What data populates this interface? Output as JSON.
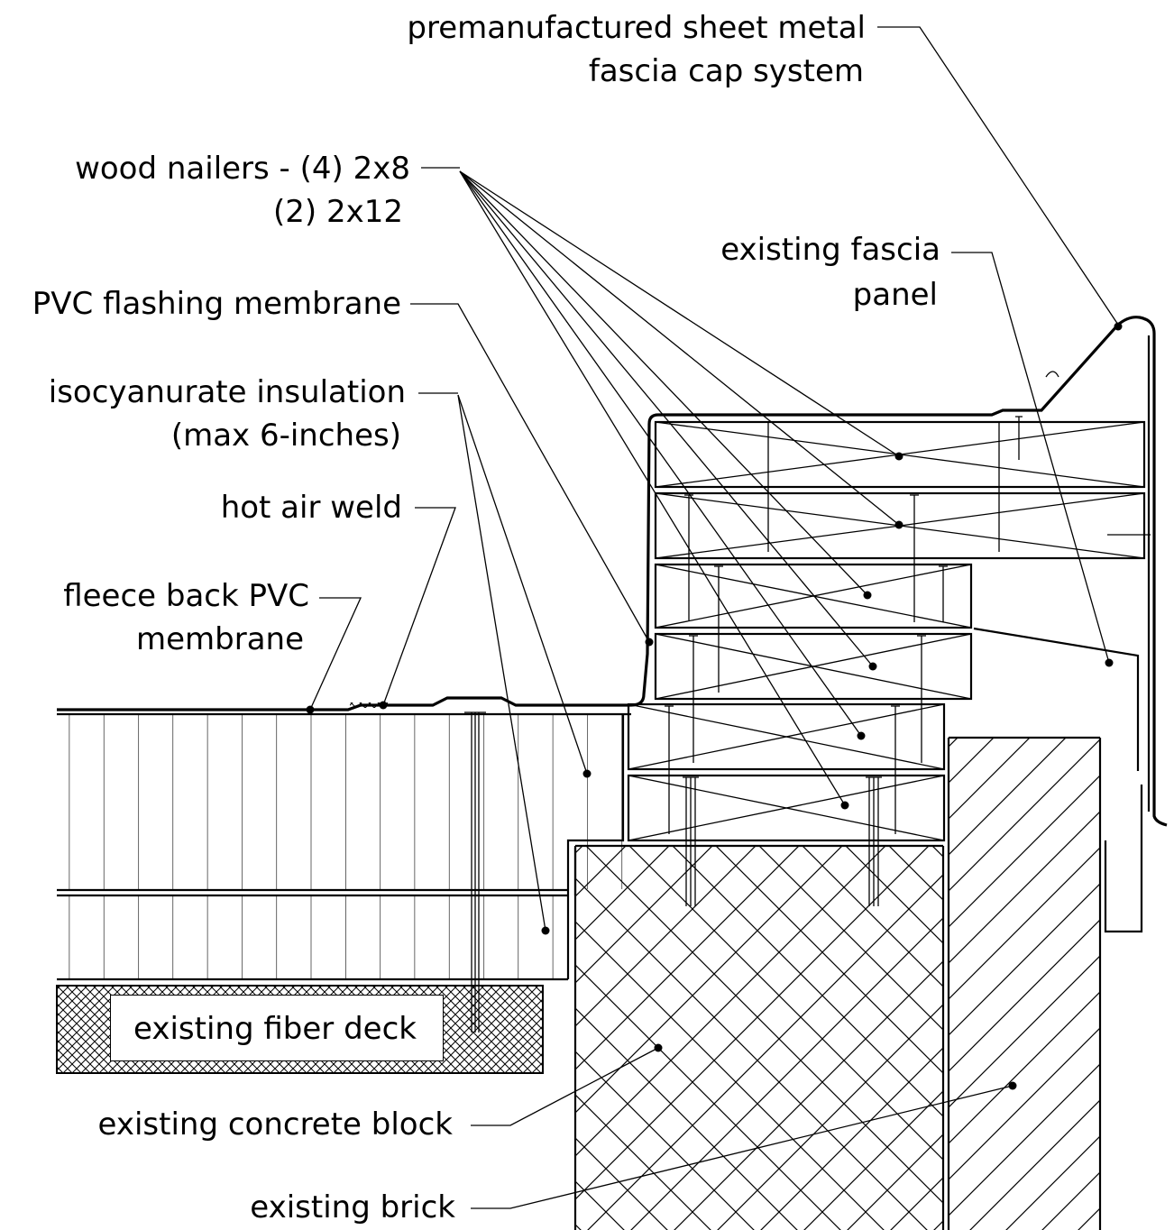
{
  "labels": {
    "fascia_cap_line1": "premanufactured sheet metal",
    "fascia_cap_line2": "fascia cap system",
    "nailers_line1": "wood nailers - (4) 2x8",
    "nailers_line2": "(2) 2x12",
    "existing_fascia_line1": "existing fascia",
    "existing_fascia_line2": "panel",
    "pvc_flashing": "PVC flashing membrane",
    "insulation_line1": "isocyanurate insulation",
    "insulation_line2": "(max 6-inches)",
    "hot_air_weld": "hot air weld",
    "fleece_line1": "fleece back PVC",
    "fleece_line2": "membrane",
    "fiber_deck": "existing fiber deck",
    "concrete_block": "existing concrete block",
    "brick": "existing brick"
  }
}
